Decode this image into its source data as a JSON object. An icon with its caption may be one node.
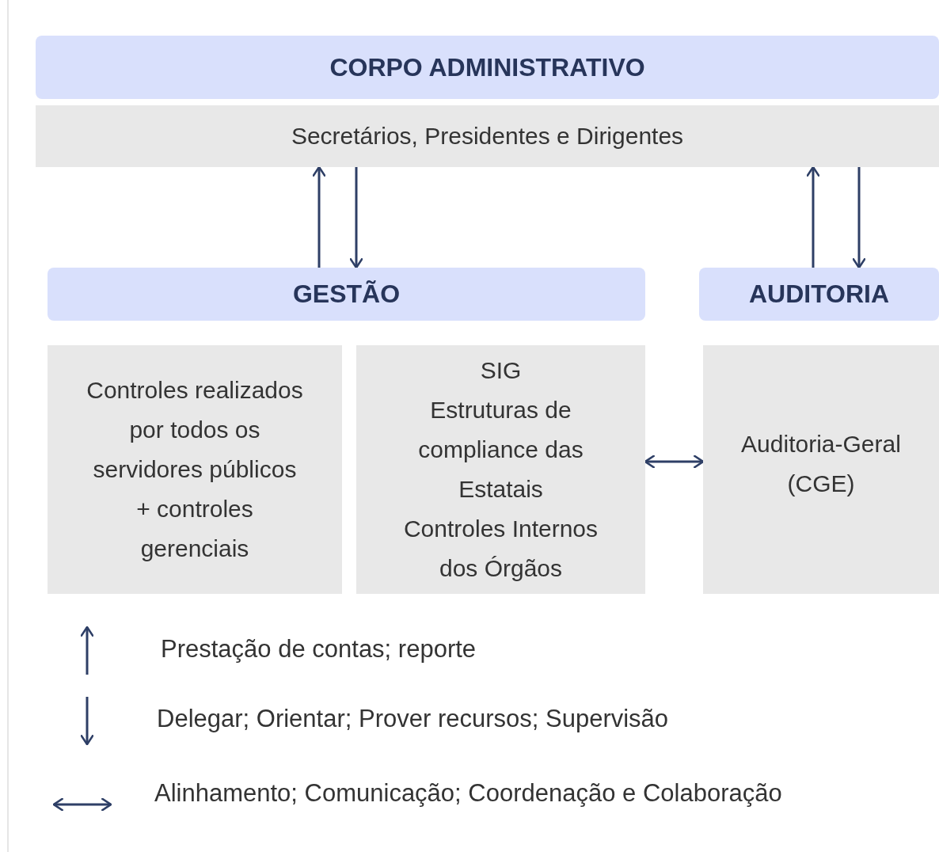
{
  "diagram": {
    "nodes": [
      {
        "text": [
          "CORPO ADMINISTRATIVO"
        ]
      },
      {
        "text": [
          "Secretários, Presidentes e Dirigentes"
        ]
      },
      {
        "text": [
          "GESTÃO"
        ]
      },
      {
        "text": [
          "AUDITORIA"
        ]
      },
      {
        "text": [
          "Controles realizados por todos os servidores públicos + controles gerenciais"
        ]
      },
      {
        "text": [
          "SIG",
          "Estruturas de compliance das Estatais",
          "Controles Internos dos Órgãos"
        ]
      },
      {
        "text": [
          "Auditoria-Geral (CGE)"
        ]
      }
    ],
    "edges": [
      {
        "from": 2,
        "to": 1,
        "arrow": "to"
      },
      {
        "from": 1,
        "to": 2,
        "arrow": "to"
      },
      {
        "from": 3,
        "to": 1,
        "arrow": "to"
      },
      {
        "from": 1,
        "to": 3,
        "arrow": "to"
      },
      {
        "from": 5,
        "to": 6,
        "arrow": "both"
      }
    ],
    "legend": [
      {
        "text": "Prestação de contas; reporte"
      },
      {
        "text": "Delegar; Orientar; Prover recursos; Supervisão"
      },
      {
        "text": "Alinhamento; Comunicação; Coordenação e Colaboração"
      }
    ]
  }
}
